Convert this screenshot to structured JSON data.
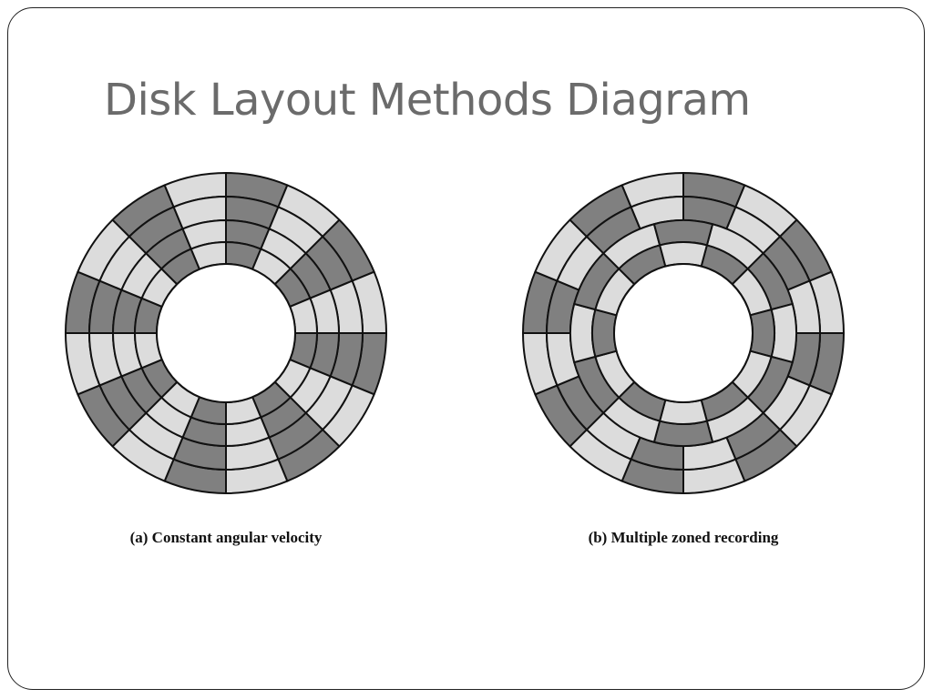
{
  "slide": {
    "title": "Disk Layout Methods Diagram"
  },
  "colors": {
    "dark": "#808080",
    "light": "#dcdcdc",
    "stroke": "#111111",
    "title": "#6b6b6b"
  },
  "diagrams": [
    {
      "id": "cav",
      "caption": "(a) Constant angular velocity",
      "tracks": [
        {
          "sectors": 16,
          "offset_deg": 0,
          "pattern": "DLDLDLDLDLDLDLDL"
        },
        {
          "sectors": 16,
          "offset_deg": 0,
          "pattern": "DLDLDLDLDLDLDLDL"
        },
        {
          "sectors": 16,
          "offset_deg": 0,
          "pattern": "DLDLDLDLDLDLDLDL"
        },
        {
          "sectors": 16,
          "offset_deg": 0,
          "pattern": "DLDLDLDLDLDLDLDL"
        }
      ]
    },
    {
      "id": "zoned",
      "caption": "(b) Multiple zoned recording",
      "tracks": [
        {
          "sectors": 16,
          "offset_deg": 0,
          "pattern": "DLDLDLDLDLDLDLDL"
        },
        {
          "sectors": 16,
          "offset_deg": 0,
          "pattern": "DLDLDLDLDLDLDLDL"
        },
        {
          "sectors": 12,
          "offset_deg": 15,
          "pattern": "LDLDLDLDLDLD"
        },
        {
          "sectors": 12,
          "offset_deg": 15,
          "pattern": "DLDLDLDLDLDL"
        }
      ]
    }
  ]
}
